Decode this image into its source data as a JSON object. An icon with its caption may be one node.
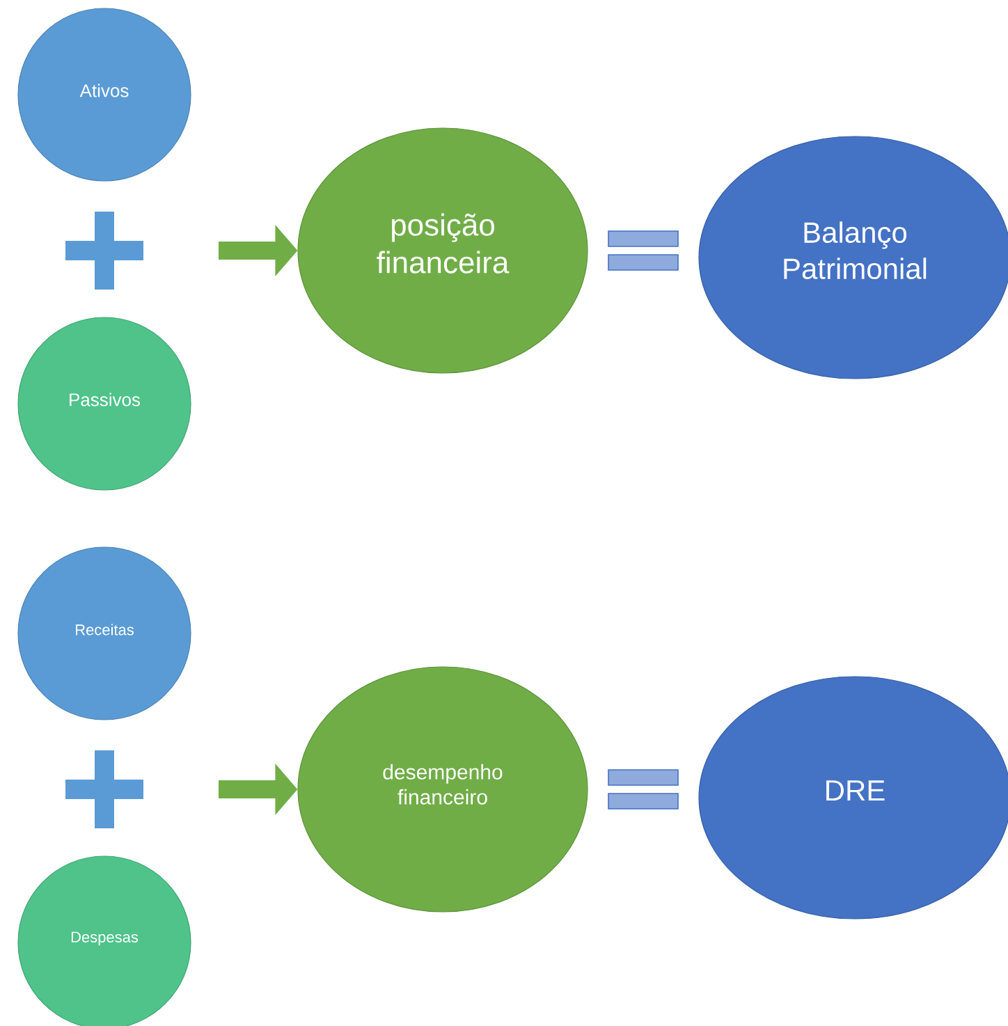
{
  "diagram": {
    "nodes": [
      {
        "text": [
          "Ativos"
        ]
      },
      {
        "text": [
          "Passivos"
        ]
      },
      {
        "text": [
          "posição financeira"
        ]
      },
      {
        "text": [
          "Balanço Patrimonial"
        ]
      },
      {
        "text": [
          "Receitas"
        ]
      },
      {
        "text": [
          "Despesas"
        ]
      },
      {
        "text": [
          "desempenho financeiro"
        ]
      },
      {
        "text": [
          "DRE"
        ]
      }
    ],
    "edges": [
      {
        "from": null,
        "to": 2,
        "arrow": "to"
      },
      {
        "from": null,
        "to": 6,
        "arrow": "to"
      }
    ]
  }
}
